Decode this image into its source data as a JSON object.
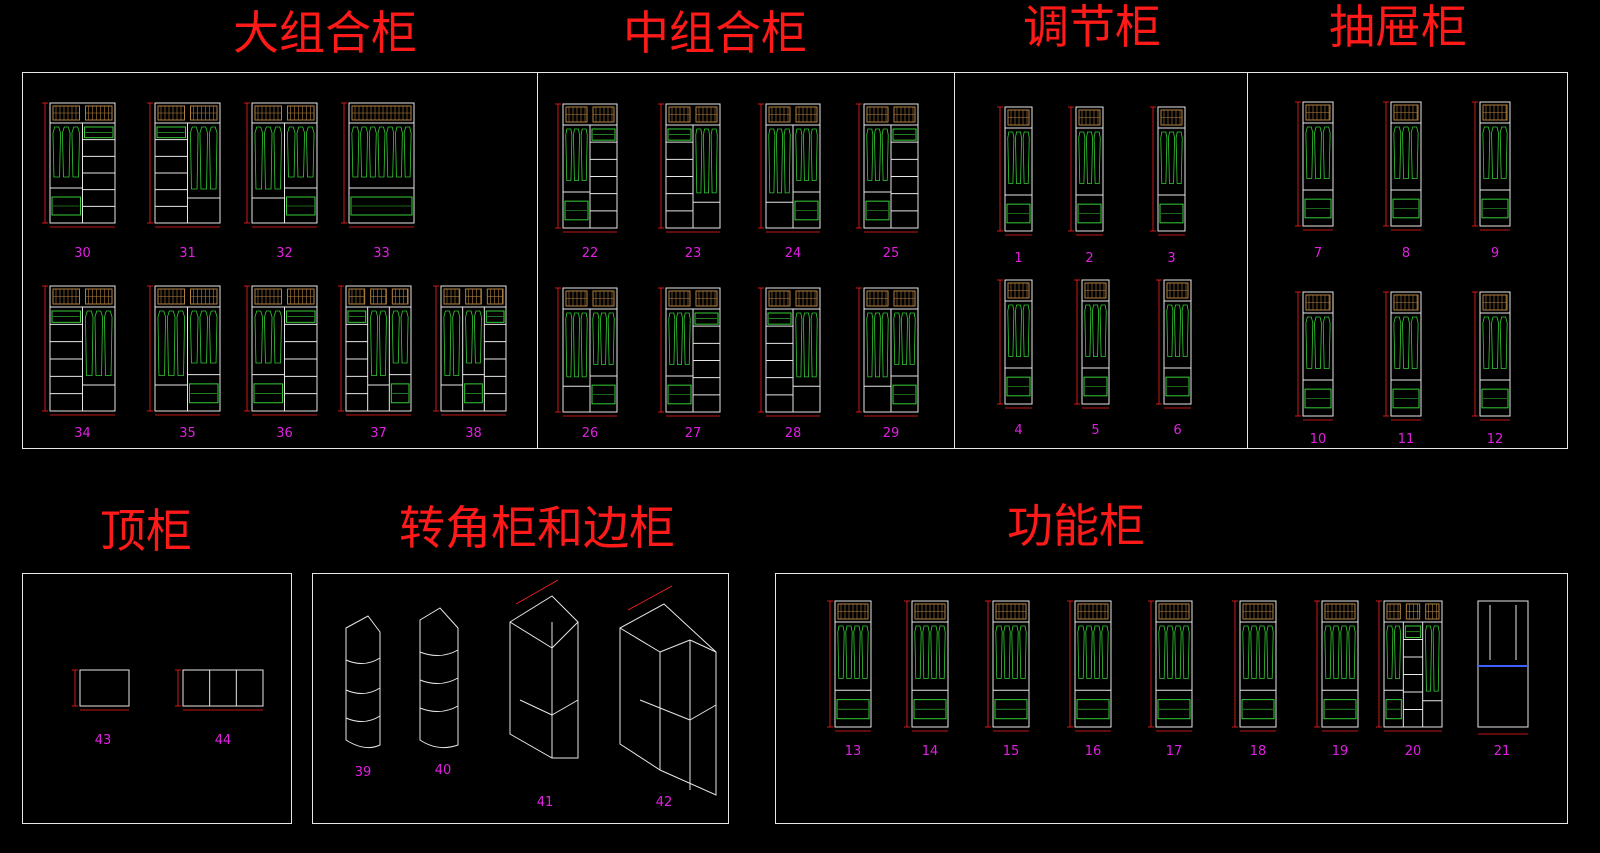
{
  "sections": {
    "large": "大组合柜",
    "medium": "中组合柜",
    "adjust": "调节柜",
    "drawer": "抽屉柜",
    "top": "顶柜",
    "corner": "转角柜和边柜",
    "function": "功能柜"
  },
  "colors": {
    "background": "#000000",
    "title": "#ff1a1a",
    "number": "#e020e0",
    "outline": "#e6e6e6",
    "clothes": "#33cc33",
    "basket": "#b08040",
    "dimension": "#ff2020"
  },
  "labels": {
    "large": [
      "30",
      "31",
      "32",
      "33",
      "34",
      "35",
      "36",
      "37",
      "38"
    ],
    "medium": [
      "22",
      "23",
      "24",
      "25",
      "26",
      "27",
      "28",
      "29"
    ],
    "adjust": [
      "1",
      "2",
      "3",
      "4",
      "5",
      "6"
    ],
    "drawer": [
      "7",
      "8",
      "9",
      "10",
      "11",
      "12"
    ],
    "top": [
      "43",
      "44"
    ],
    "corner": [
      "39",
      "40",
      "41",
      "42"
    ],
    "function": [
      "13",
      "14",
      "15",
      "16",
      "17",
      "18",
      "19",
      "20",
      "21"
    ]
  }
}
